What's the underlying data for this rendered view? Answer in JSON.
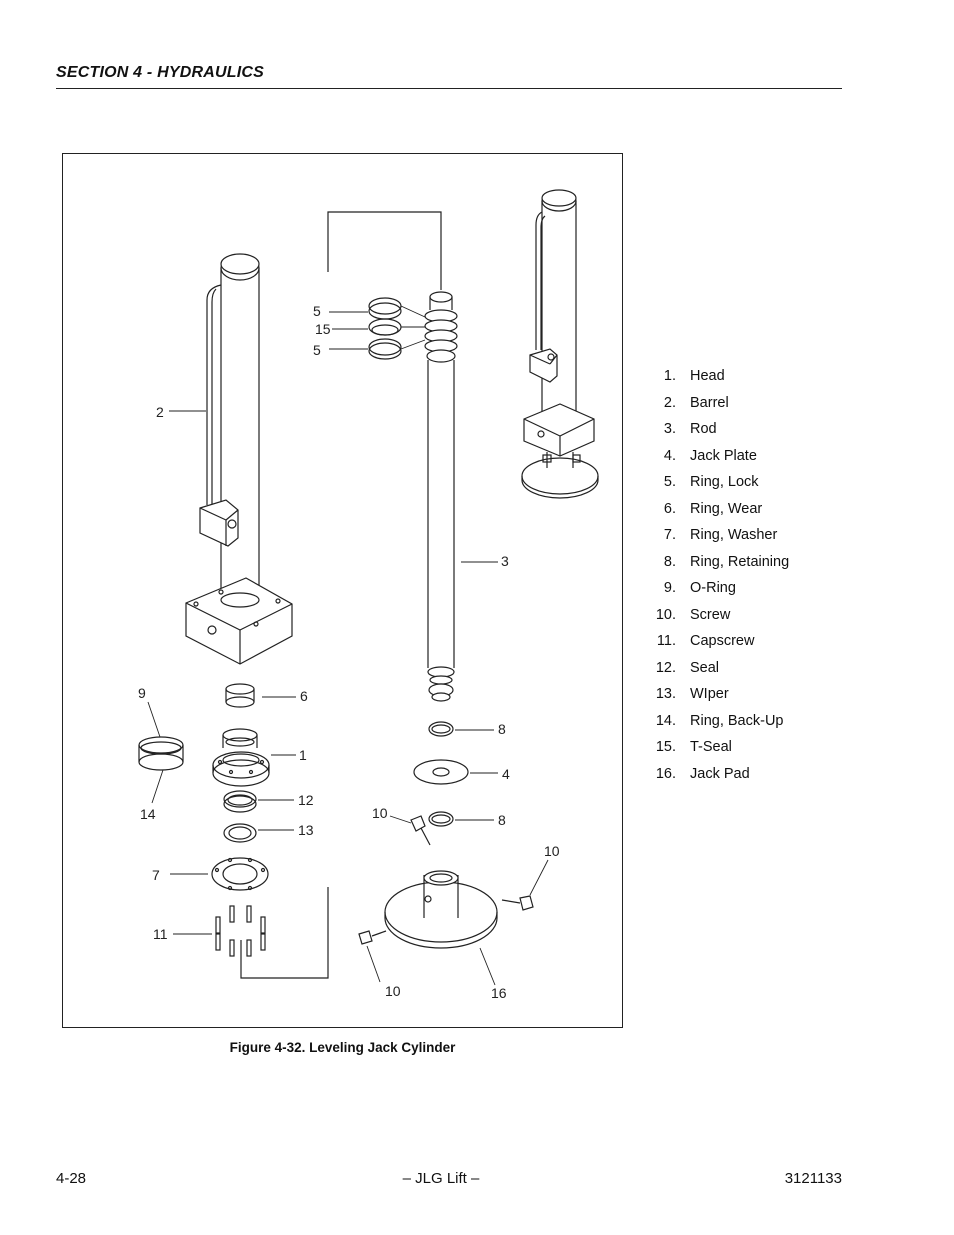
{
  "header": {
    "section_title": "SECTION 4 - HYDRAULICS"
  },
  "figure": {
    "caption": "Figure 4-32.  Leveling Jack Cylinder",
    "callouts": [
      "5",
      "15",
      "5",
      "2",
      "3",
      "9",
      "6",
      "1",
      "14",
      "12",
      "13",
      "8",
      "4",
      "10",
      "8",
      "10",
      "7",
      "11",
      "10",
      "16"
    ]
  },
  "parts_list": [
    {
      "number": "1.",
      "name": "Head"
    },
    {
      "number": "2.",
      "name": "Barrel"
    },
    {
      "number": "3.",
      "name": "Rod"
    },
    {
      "number": "4.",
      "name": "Jack Plate"
    },
    {
      "number": "5.",
      "name": "Ring, Lock"
    },
    {
      "number": "6.",
      "name": "Ring, Wear"
    },
    {
      "number": "7.",
      "name": "Ring, Washer"
    },
    {
      "number": "8.",
      "name": "Ring, Retaining"
    },
    {
      "number": "9.",
      "name": "O-Ring"
    },
    {
      "number": "10.",
      "name": "Screw"
    },
    {
      "number": "11.",
      "name": "Capscrew"
    },
    {
      "number": "12.",
      "name": "Seal"
    },
    {
      "number": "13.",
      "name": "WIper"
    },
    {
      "number": "14.",
      "name": "Ring, Back-Up"
    },
    {
      "number": "15.",
      "name": "T-Seal"
    },
    {
      "number": "16.",
      "name": "Jack Pad"
    }
  ],
  "footer": {
    "page_number": "4-28",
    "publisher": "– JLG Lift –",
    "document_number": "3121133"
  }
}
